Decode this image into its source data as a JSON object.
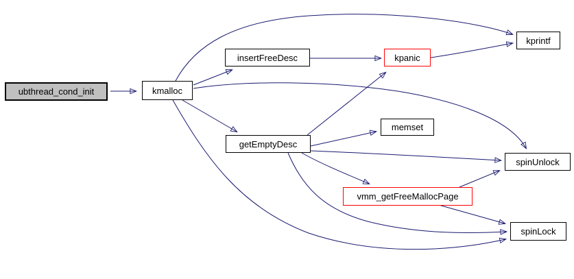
{
  "diagram": {
    "kind": "function-call-graph",
    "root_function": "ubthread_cond_init",
    "colors": {
      "edge": "#191970",
      "node_border": "#000000",
      "node_fill": "#ffffff",
      "root_node_fill": "#c0c0c0",
      "highlight_node_border": "#ff0000",
      "background": "#ffffff",
      "text": "#000000"
    },
    "nodes": [
      {
        "id": "ubthread_cond_init",
        "label": "ubthread_cond_init",
        "style": "root"
      },
      {
        "id": "kmalloc",
        "label": "kmalloc",
        "style": "normal"
      },
      {
        "id": "insertFreeDesc",
        "label": "insertFreeDesc",
        "style": "normal"
      },
      {
        "id": "kpanic",
        "label": "kpanic",
        "style": "red"
      },
      {
        "id": "kprintf",
        "label": "kprintf",
        "style": "normal"
      },
      {
        "id": "getEmptyDesc",
        "label": "getEmptyDesc",
        "style": "normal"
      },
      {
        "id": "memset",
        "label": "memset",
        "style": "normal"
      },
      {
        "id": "spinUnlock",
        "label": "spinUnlock",
        "style": "normal"
      },
      {
        "id": "vmm_getFreeMallocPage",
        "label": "vmm_getFreeMallocPage",
        "style": "red"
      },
      {
        "id": "spinLock",
        "label": "spinLock",
        "style": "normal"
      }
    ],
    "edges": [
      {
        "from": "ubthread_cond_init",
        "to": "kmalloc"
      },
      {
        "from": "kmalloc",
        "to": "insertFreeDesc"
      },
      {
        "from": "kmalloc",
        "to": "kprintf"
      },
      {
        "from": "kmalloc",
        "to": "getEmptyDesc"
      },
      {
        "from": "kmalloc",
        "to": "spinUnlock"
      },
      {
        "from": "kmalloc",
        "to": "spinLock"
      },
      {
        "from": "insertFreeDesc",
        "to": "kpanic"
      },
      {
        "from": "kpanic",
        "to": "kprintf"
      },
      {
        "from": "getEmptyDesc",
        "to": "kpanic"
      },
      {
        "from": "getEmptyDesc",
        "to": "memset"
      },
      {
        "from": "getEmptyDesc",
        "to": "spinUnlock"
      },
      {
        "from": "getEmptyDesc",
        "to": "vmm_getFreeMallocPage"
      },
      {
        "from": "getEmptyDesc",
        "to": "spinLock"
      },
      {
        "from": "vmm_getFreeMallocPage",
        "to": "spinUnlock"
      },
      {
        "from": "vmm_getFreeMallocPage",
        "to": "spinLock"
      }
    ]
  }
}
